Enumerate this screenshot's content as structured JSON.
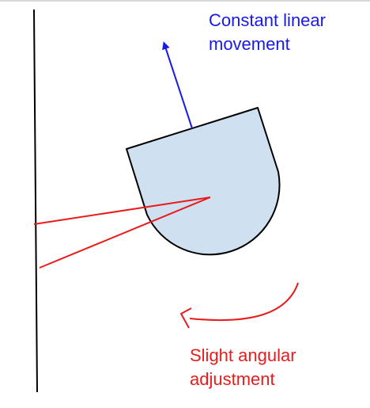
{
  "labels": {
    "linear": {
      "line1": "Constant linear",
      "line2": "movement",
      "color": "#1a1ae6"
    },
    "angular": {
      "line1": "Slight angular",
      "line2": "adjustment",
      "color": "#e81c1c"
    }
  },
  "colors": {
    "robot_fill": "#cfe0f0",
    "robot_stroke": "#000000",
    "wall": "#000000",
    "sensor_rays": "#e81c1c",
    "direction_arrow": "#1a1ae6",
    "rotation_arrow": "#e81c1c"
  }
}
